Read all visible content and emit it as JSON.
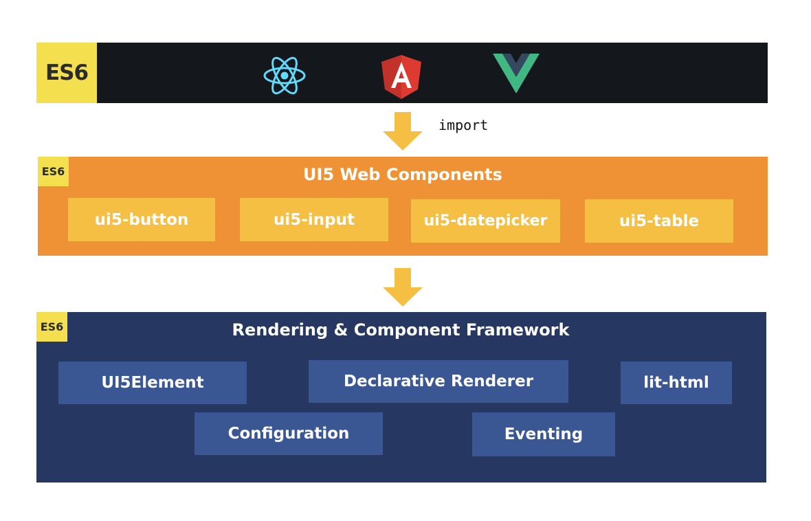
{
  "top_layer": {
    "badge": "ES6",
    "frameworks": [
      {
        "name": "React",
        "icon": "react-icon",
        "color": "#61dafb"
      },
      {
        "name": "Angular",
        "icon": "angular-icon",
        "color": "#dd3a32"
      },
      {
        "name": "Vue",
        "icon": "vue-icon",
        "color": "#42b883"
      }
    ]
  },
  "arrow1": {
    "label": "import"
  },
  "middle_layer": {
    "badge": "ES6",
    "title": "UI5 Web Components",
    "items": [
      "ui5-button",
      "ui5-input",
      "ui5-datepicker",
      "ui5-table"
    ]
  },
  "bottom_layer": {
    "badge": "ES6",
    "title": "Rendering & Component Framework",
    "items": [
      "UI5Element",
      "Declarative Renderer",
      "lit-html",
      "Configuration",
      "Eventing"
    ]
  },
  "colors": {
    "es6_badge": "#f4df4f",
    "top_bg": "#14171c",
    "middle_bg": "#ef9236",
    "middle_item": "#f5bf43",
    "bottom_bg": "#263762",
    "bottom_item": "#3a5793",
    "arrow": "#f5bf43"
  }
}
